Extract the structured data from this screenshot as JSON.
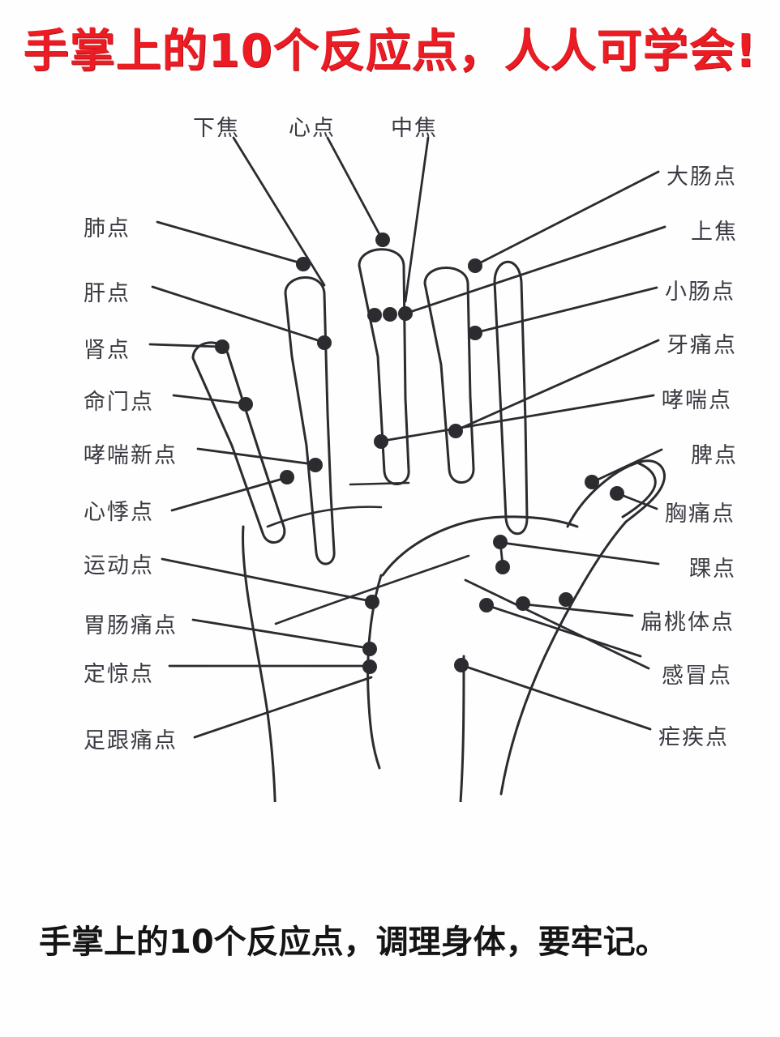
{
  "header": {
    "title": "手掌上的10个反应点，人人可学会!",
    "title_color": "#ec1c24"
  },
  "footer": {
    "text": "手掌上的10个反应点，调理身体，要牢记。",
    "color": "#151515"
  },
  "diagram": {
    "description": "手掌反应点示意图",
    "line_color": "#2b2b30",
    "point_color": "#2b2b30",
    "labels_top": [
      {
        "id": "xiajiao",
        "text": "下焦"
      },
      {
        "id": "xindian",
        "text": "心点"
      },
      {
        "id": "zhongjiao",
        "text": "中焦"
      }
    ],
    "labels_left": [
      {
        "id": "feidian",
        "text": "肺点"
      },
      {
        "id": "gandian",
        "text": "肝点"
      },
      {
        "id": "shendian",
        "text": "肾点"
      },
      {
        "id": "mingmendian",
        "text": "命门点"
      },
      {
        "id": "xiaochuanxindian",
        "text": "哮喘新点"
      },
      {
        "id": "xinjidian",
        "text": "心悸点"
      },
      {
        "id": "yundongdian",
        "text": "运动点"
      },
      {
        "id": "weichangtongdian",
        "text": "胃肠痛点"
      },
      {
        "id": "dingjingdian",
        "text": "定惊点"
      },
      {
        "id": "zugentongdian",
        "text": "足跟痛点"
      }
    ],
    "labels_right": [
      {
        "id": "dachangdian",
        "text": "大肠点"
      },
      {
        "id": "shangjiao",
        "text": "上焦"
      },
      {
        "id": "xiaochangdian",
        "text": "小肠点"
      },
      {
        "id": "yatongdian",
        "text": "牙痛点"
      },
      {
        "id": "xiaochuandian",
        "text": "哮喘点"
      },
      {
        "id": "pidian",
        "text": "脾点"
      },
      {
        "id": "xiongtongdian",
        "text": "胸痛点"
      },
      {
        "id": "huaidian",
        "text": "踝点"
      },
      {
        "id": "biantaotidian",
        "text": "扁桃体点"
      },
      {
        "id": "ganmaodian",
        "text": "感冒点"
      },
      {
        "id": "nuejidian",
        "text": "疟疾点"
      }
    ]
  }
}
